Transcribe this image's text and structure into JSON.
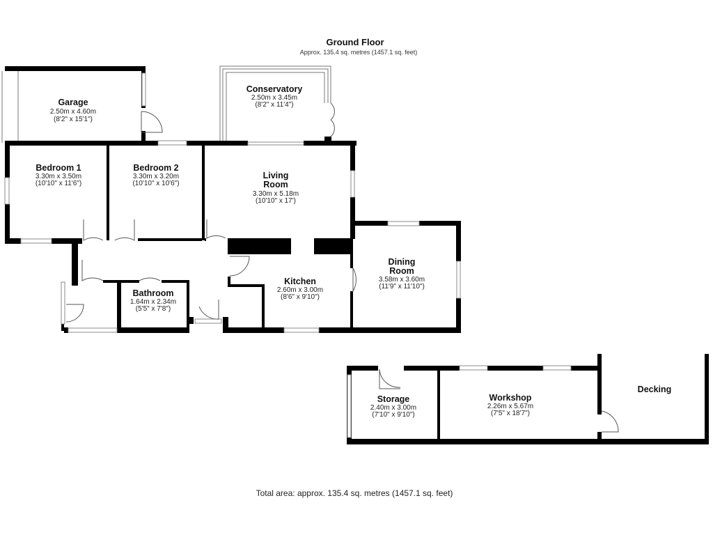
{
  "header": {
    "title": "Ground Floor",
    "subtitle": "Approx. 135.4 sq. metres (1457.1 sq. feet)"
  },
  "rooms": {
    "garage": {
      "name": "Garage",
      "metric": "2.50m x 4.60m",
      "imperial": "(8'2\" x 15'1\")"
    },
    "conservatory": {
      "name": "Conservatory",
      "metric": "2.50m x 3.45m",
      "imperial": "(8'2\" x 11'4\")"
    },
    "bedroom1": {
      "name": "Bedroom 1",
      "metric": "3.30m x 3.50m",
      "imperial": "(10'10\" x 11'6\")"
    },
    "bedroom2": {
      "name": "Bedroom 2",
      "metric": "3.30m x 3.20m",
      "imperial": "(10'10\" x 10'6\")"
    },
    "living": {
      "name_line1": "Living",
      "name_line2": "Room",
      "metric": "3.30m x 5.18m",
      "imperial": "(10'10\" x 17')"
    },
    "dining": {
      "name_line1": "Dining",
      "name_line2": "Room",
      "metric": "3.58m x 3.60m",
      "imperial": "(11'9\" x 11'10\")"
    },
    "kitchen": {
      "name": "Kitchen",
      "metric": "2.60m x 3.00m",
      "imperial": "(8'6\" x 9'10\")"
    },
    "bathroom": {
      "name": "Bathroom",
      "metric": "1.64m x 2.34m",
      "imperial": "(5'5\" x 7'8\")"
    },
    "storage": {
      "name": "Storage",
      "metric": "2.40m x 3.00m",
      "imperial": "(7'10\" x 9'10\")"
    },
    "workshop": {
      "name": "Workshop",
      "metric": "2.26m x 5.67m",
      "imperial": "(7'5\" x 18'7\")"
    },
    "decking": {
      "name": "Decking"
    }
  },
  "footer": {
    "total": "Total area: approx. 135.4 sq. metres (1457.1 sq. feet)"
  }
}
